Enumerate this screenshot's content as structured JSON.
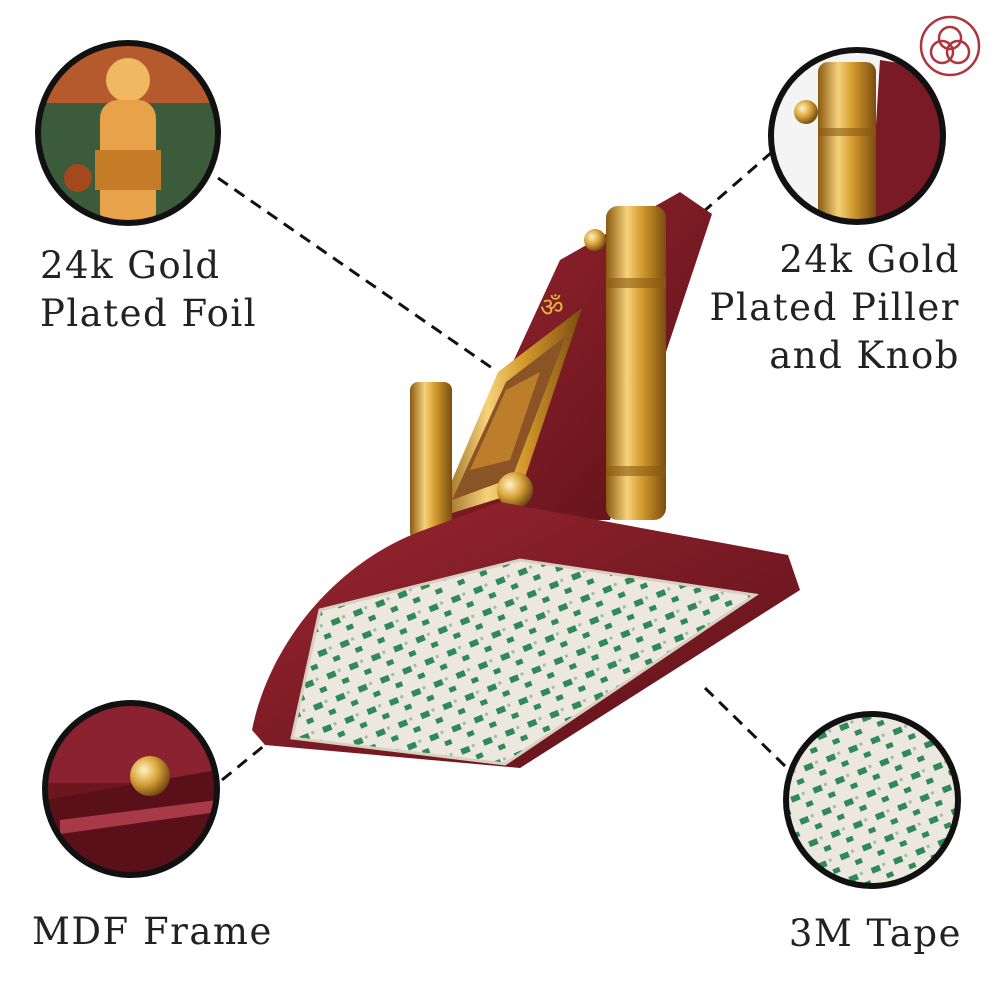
{
  "callouts": {
    "foil": {
      "line1": "24k Gold",
      "line2": "Plated Foil"
    },
    "piller": {
      "line1": "24k Gold",
      "line2": "Plated Piller",
      "line3": "and Knob"
    },
    "mdf": {
      "label": "MDF Frame"
    },
    "tape": {
      "label": "3M Tape"
    }
  },
  "product": {
    "symbol": "ॐ"
  },
  "colors": {
    "frame": "#7a1a24",
    "gold": "#d4a32c",
    "tape_green": "#2f8a55",
    "logo": "#b0343c"
  }
}
